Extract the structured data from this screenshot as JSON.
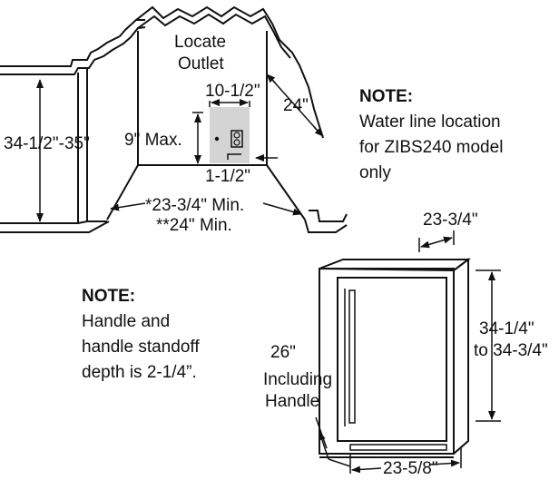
{
  "cabinet_labels": {
    "locate": "Locate",
    "outlet": "Outlet",
    "width_outlet": "10-1/2\"",
    "max_height": "9\" Max.",
    "depth_24": "24\"",
    "height_range": "34-1/2\"-35\"",
    "offset": "1-1/2\"",
    "min_width_1": "*23-3/4\" Min.",
    "min_width_2": "**24\" Min."
  },
  "note_water": {
    "heading": "NOTE:",
    "line1": "Water line location",
    "line2": "for ZIBS240 model",
    "line3": "only"
  },
  "note_handle": {
    "heading": "NOTE:",
    "line1": "Handle and",
    "line2": "handle standoff",
    "line3": "depth is 2-1/4”."
  },
  "unit_labels": {
    "depth_top": "23-3/4\"",
    "height_1": "34-1/4\"",
    "height_2": "to 34-3/4\"",
    "depth_handle_1": "26\"",
    "depth_handle_2": "Including",
    "depth_handle_3": "Handle",
    "width_bottom": "23-5/8\""
  },
  "colors": {
    "line": "#111111",
    "outlet_box": "#d4d4d4"
  }
}
